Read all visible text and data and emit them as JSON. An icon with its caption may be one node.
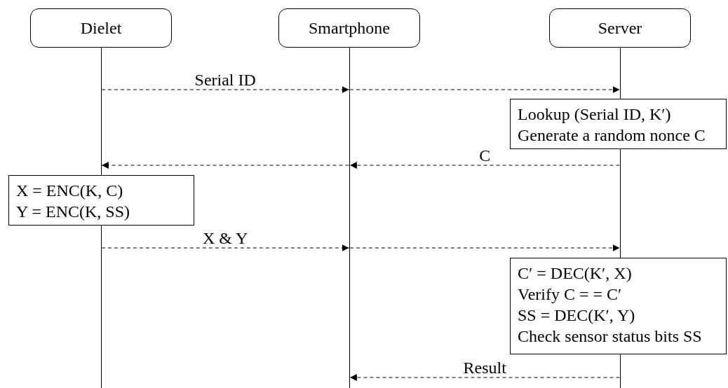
{
  "diagram": {
    "nodes": [
      {
        "text": [
          "Dielet"
        ]
      },
      {
        "text": [
          "Smartphone"
        ]
      },
      {
        "text": [
          "Server"
        ]
      },
      {
        "text": [],
        "shape": "line"
      },
      {
        "text": [],
        "shape": "line"
      },
      {
        "text": [],
        "shape": "line"
      },
      {
        "text": [
          "Lookup (Serial ID, K′)",
          "Generate a random nonce C"
        ]
      },
      {
        "text": [
          "X = ENC(K, C)",
          "Y = ENC(K, SS)"
        ]
      },
      {
        "text": [
          "C′ = DEC(K′, X)",
          "Verify C = = C′",
          "SS = DEC(K′, Y)",
          "Check sensor status bits SS"
        ]
      }
    ],
    "edges": [
      {
        "from": 3,
        "to": 4,
        "arrow": "to",
        "style": "dashed",
        "label": "Serial ID"
      },
      {
        "from": 4,
        "to": 5,
        "arrow": "to",
        "style": "dashed"
      },
      {
        "from": 5,
        "to": 4,
        "arrow": "to",
        "style": "dashed",
        "label": "C"
      },
      {
        "from": 4,
        "to": 3,
        "arrow": "to",
        "style": "dashed"
      },
      {
        "from": 3,
        "to": 4,
        "arrow": "to",
        "style": "dashed",
        "label": "X & Y"
      },
      {
        "from": 4,
        "to": 5,
        "arrow": "to",
        "style": "dashed"
      },
      {
        "from": 5,
        "to": 4,
        "arrow": "to",
        "style": "dashed",
        "label": "Result"
      }
    ]
  }
}
